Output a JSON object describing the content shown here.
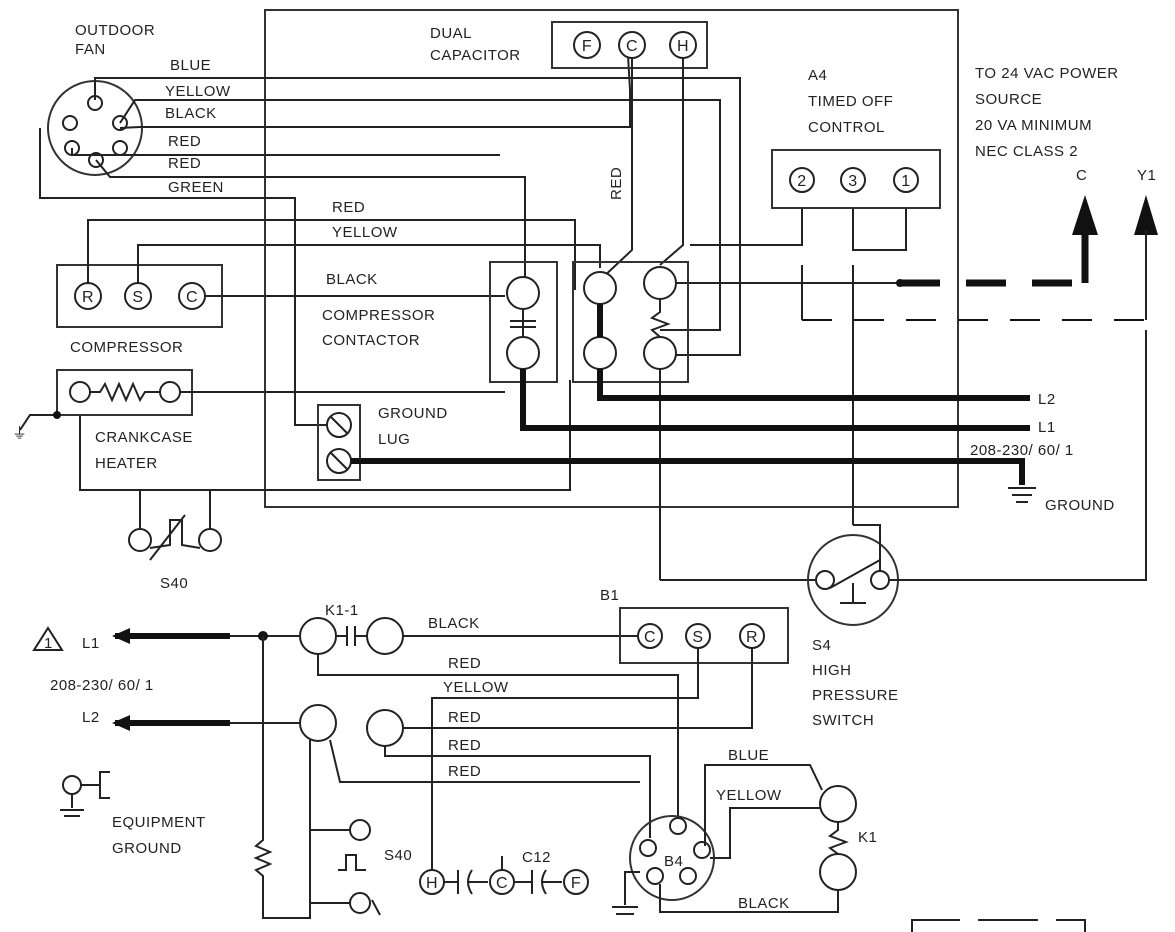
{
  "outdoor_fan": {
    "line1": "OUTDOOR",
    "line2": "FAN"
  },
  "fan_wires": {
    "blue": "BLUE",
    "yellow": "YELLOW",
    "black": "BLACK",
    "red1": "RED",
    "red2": "RED",
    "green": "GREEN"
  },
  "dual_capacitor": {
    "line1": "DUAL",
    "line2": "CAPACITOR",
    "f": "F",
    "c": "C",
    "h": "H"
  },
  "cap_wire_red": "RED",
  "timed_off": {
    "ref": "A4",
    "line1": "TIMED OFF",
    "line2": "CONTROL",
    "t2": "2",
    "t3": "3",
    "t1": "1"
  },
  "power_source": {
    "line1": "TO 24 VAC POWER",
    "line2": "SOURCE",
    "line3": "20 VA MINIMUM",
    "line4": "NEC CLASS 2",
    "c": "C",
    "y1": "Y1"
  },
  "compressor_wires": {
    "red": "RED",
    "yellow": "YELLOW",
    "black": "BLACK"
  },
  "compressor": {
    "label": "COMPRESSOR",
    "r": "R",
    "s": "S",
    "c": "C"
  },
  "contactor": {
    "line1": "COMPRESSOR",
    "line2": "CONTACTOR"
  },
  "crankcase": {
    "line1": "CRANKCASE",
    "line2": "HEATER"
  },
  "ground_lug": {
    "line1": "GROUND",
    "line2": "LUG"
  },
  "supply_top": {
    "l2": "L2",
    "l1": "L1",
    "rating": "208-230/ 60/ 1",
    "ground": "GROUND"
  },
  "s40_top": "S40",
  "ladder": {
    "b1": "B1",
    "k11": "K1-1",
    "black": "BLACK",
    "l1": "L1",
    "rating": "208-230/ 60/ 1",
    "l2": "L2",
    "red1": "RED",
    "yellow": "YELLOW",
    "red2": "RED",
    "red3": "RED",
    "red4": "RED",
    "b1_c": "C",
    "b1_s": "S",
    "b1_r": "R",
    "s4_line1": "S4",
    "s4_line2": "HIGH",
    "s4_line3": "PRESSURE",
    "s4_line4": "SWITCH",
    "eq_line1": "EQUIPMENT",
    "eq_line2": "GROUND",
    "s40": "S40",
    "c12": "C12",
    "h": "H",
    "c": "C",
    "f": "F",
    "b4": "B4",
    "blue": "BLUE",
    "yellow2": "YELLOW",
    "black2": "BLACK",
    "k1": "K1"
  }
}
